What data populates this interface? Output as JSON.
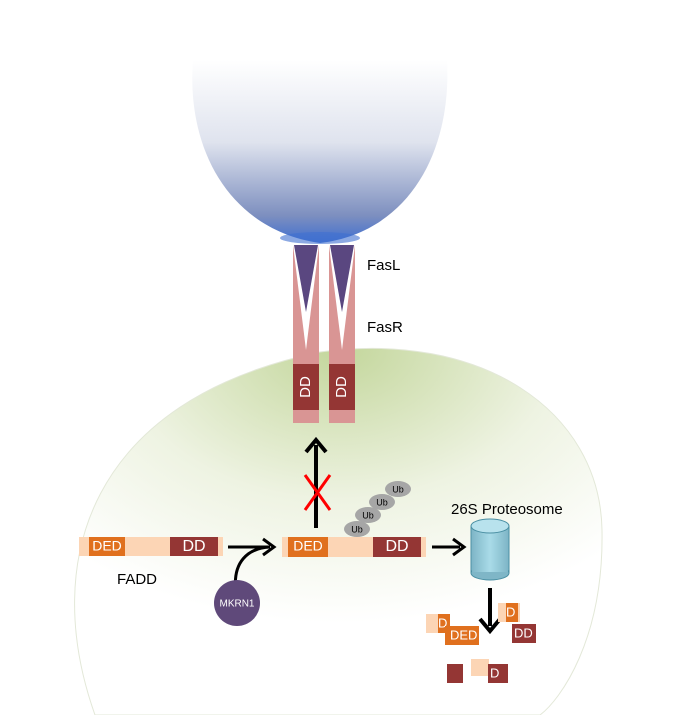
{
  "labels": {
    "fasl": "FasL",
    "fasr": "FasR",
    "dd": "DD",
    "ded": "DED",
    "fadd": "FADD",
    "mkrn1": "MKRN1",
    "ub": "Ub",
    "proteasome": "26S Proteosome",
    "fragment_ded": "DED",
    "fragment_dd": "DD",
    "fragment_d": "D"
  },
  "colors": {
    "ded_orange": "#e0701e",
    "dd_maroon": "#943634",
    "linker_peach": "#fcd5b5",
    "receptor_pink": "#d99594",
    "ligand_purple": "#5a4780",
    "mkrn1_purple": "#5f497a",
    "ub_gray": "#a6a6a6",
    "proteasome_cyan": "#93cddd",
    "inhibition_red": "#ff0000",
    "cell_green": "#c3d69b"
  }
}
